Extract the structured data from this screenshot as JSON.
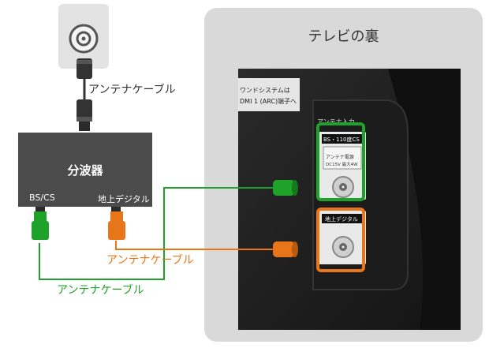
{
  "tv_back": {
    "title": "テレビの裏"
  },
  "splitter": {
    "label": "分波器",
    "port_bs": "BS/CS",
    "port_terrestrial": "地上デジタル"
  },
  "cables": {
    "top_label": "アンテナケーブル",
    "orange_label": "アンテナケーブル",
    "green_label": "アンテナケーブル"
  },
  "tv_panel": {
    "sticker_line1": "ワンドシステムは",
    "sticker_line2": "DMI 1 (ARC)端子へ",
    "antenna_header": "アンテナ入力",
    "bs_label": "BS・110度CS",
    "bs_sub1": "アンテナ電源",
    "bs_sub2": "DC15V 最大4W",
    "terrestrial_label": "地上デジタル"
  },
  "colors": {
    "green": "#1fa22a",
    "orange": "#e9751a",
    "panel_gray": "#d9d9d9",
    "splitter": "#4b4b4b"
  }
}
